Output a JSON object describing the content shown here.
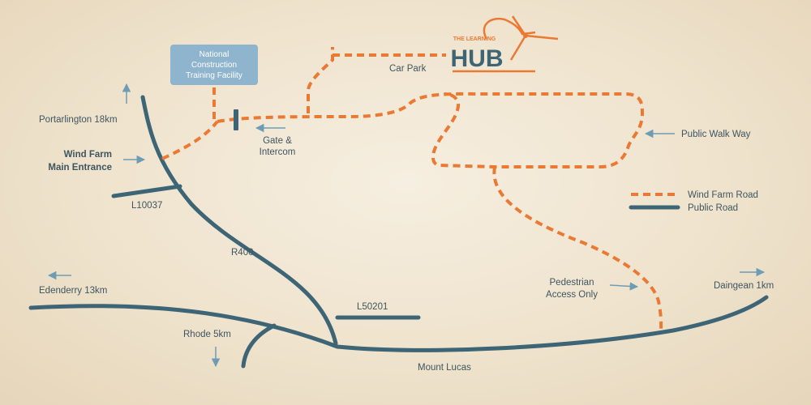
{
  "colors": {
    "public_road": "#3d6576",
    "wind_farm_road": "#ea7a33",
    "arrow": "#6d9cb4",
    "building": "#8fb4cd",
    "text": "#3e5560"
  },
  "logo": {
    "top": "THE LEARNING",
    "main": "HUB",
    "icon": "wind-turbine-hands-icon"
  },
  "building": {
    "lines": [
      "National",
      "Construction",
      "Training Facility"
    ]
  },
  "gate": {
    "lines": [
      "Gate &",
      "Intercom"
    ]
  },
  "labels": {
    "car_park": "Car Park",
    "public_walk_way": "Public Walk Way",
    "portarlington": "Portarlington 18km",
    "wind_farm_entrance": [
      "Wind Farm",
      "Main Entrance"
    ],
    "l10037": "L10037",
    "r400": "R400",
    "edenderry": "Edenderry 13km",
    "l50201": "L50201",
    "rhode": "Rhode 5km",
    "mount_lucas": "Mount Lucas",
    "pedestrian": [
      "Pedestrian",
      "Access Only"
    ],
    "daingean": "Daingean 1km"
  },
  "legend": {
    "wind_farm_road": "Wind Farm Road",
    "public_road": "Public Road"
  }
}
